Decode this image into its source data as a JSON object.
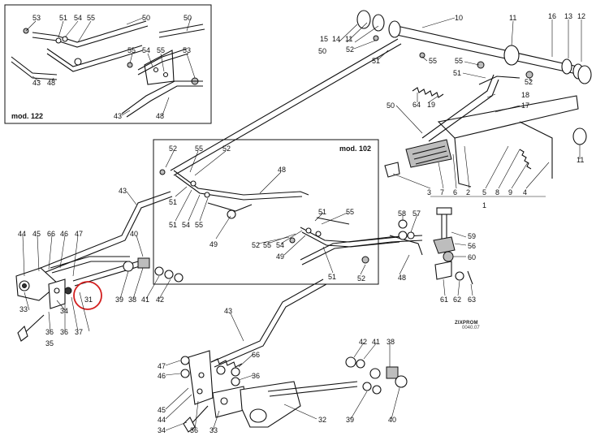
{
  "inset_labels": {
    "mod_122": "mod. 122",
    "mod_102": "mod. 102"
  },
  "callouts": {
    "c1": "53",
    "c2": "51",
    "c3": "54",
    "c4": "55",
    "c5": "50",
    "c6": "50",
    "c7": "55",
    "c8": "54",
    "c9": "55",
    "c10": "53",
    "c11": "43",
    "c12": "48",
    "c13": "43",
    "c14": "48",
    "c15": "15",
    "c16": "14",
    "c17": "11",
    "c18": "10",
    "c19": "11",
    "c20": "16",
    "c21": "13",
    "c22": "12",
    "c23": "50",
    "c24": "52",
    "c25": "51",
    "c26": "55",
    "c27": "55",
    "c28": "51",
    "c29": "52",
    "c30": "64",
    "c31": "19",
    "c32": "18",
    "c33": "17",
    "c34": "50",
    "c35": "11",
    "c36": "3",
    "c37": "7",
    "c38": "6",
    "c39": "2",
    "c40": "5",
    "c41": "8",
    "c42": "9",
    "c43": "4",
    "c44": "1",
    "c45": "52",
    "c46": "55",
    "c47": "52",
    "c48": "48",
    "c49": "51",
    "c50": "51",
    "c51": "54",
    "c52": "55",
    "c53": "49",
    "c54": "51",
    "c55": "55",
    "c56": "52",
    "c57": "55",
    "c58": "54",
    "c59": "49",
    "c60": "51",
    "c61": "52",
    "c62": "43",
    "c63": "58",
    "c64": "57",
    "c65": "59",
    "c66": "56",
    "c67": "60",
    "c68": "48",
    "c69": "61",
    "c70": "62",
    "c71": "63",
    "c72": "44",
    "c73": "45",
    "c74": "66",
    "c75": "46",
    "c76": "47",
    "c77": "40",
    "c78": "39",
    "c79": "38",
    "c80": "41",
    "c81": "42",
    "c82": "33",
    "c83": "34",
    "c84": "31",
    "c85": "36",
    "c86": "36",
    "c87": "37",
    "c88": "35",
    "c89": "43",
    "c90": "66",
    "c91": "47",
    "c92": "46",
    "c93": "36",
    "c94": "45",
    "c95": "44",
    "c96": "34",
    "c97": "36",
    "c98": "33",
    "c99": "42",
    "c100": "41",
    "c101": "38",
    "c102": "32",
    "c103": "39",
    "c104": "40"
  },
  "logo": {
    "brand": "ZIXPROM",
    "code": "0040.07"
  },
  "colors": {
    "line": "#111111",
    "highlight_circle": "#d31f1f",
    "background": "#ffffff"
  },
  "highlighted_part": "31"
}
